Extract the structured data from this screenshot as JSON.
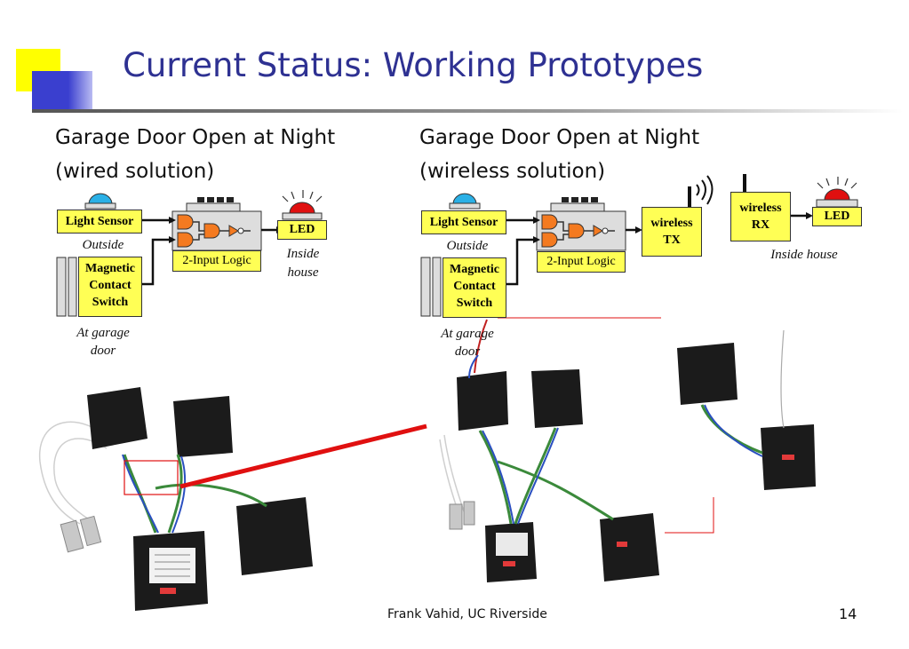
{
  "slide": {
    "title": "Current Status: Working Prototypes",
    "footer": "Frank Vahid, UC Riverside",
    "page_number": "14"
  },
  "wired": {
    "heading_line1": "Garage Door Open at Night",
    "heading_line2": "(wired solution)",
    "light_sensor": "Light Sensor",
    "outside": "Outside",
    "magnetic_l1": "Magnetic",
    "magnetic_l2": "Contact",
    "magnetic_l3": "Switch",
    "at_garage_l1": "At garage",
    "at_garage_l2": "door",
    "logic": "2-Input Logic",
    "led": "LED",
    "inside_l1": "Inside",
    "inside_l2": "house"
  },
  "wireless": {
    "heading_line1": "Garage Door Open at Night",
    "heading_line2": "(wireless solution)",
    "light_sensor": "Light Sensor",
    "outside": "Outside",
    "magnetic_l1": "Magnetic",
    "magnetic_l2": "Contact",
    "magnetic_l3": "Switch",
    "at_garage_l1": "At garage",
    "at_garage_l2": "door",
    "logic": "2-Input Logic",
    "tx_l1": "wireless",
    "tx_l2": "TX",
    "rx_l1": "wireless",
    "rx_l2": "RX",
    "led": "LED",
    "inside_house": "Inside house"
  },
  "colors": {
    "title": "#2e3192",
    "box_fill": "#ffff55",
    "gate_fill": "#f47a20",
    "led_red": "#e01010",
    "sensor_blue": "#2ab0e6",
    "callout_red": "#e01010"
  }
}
